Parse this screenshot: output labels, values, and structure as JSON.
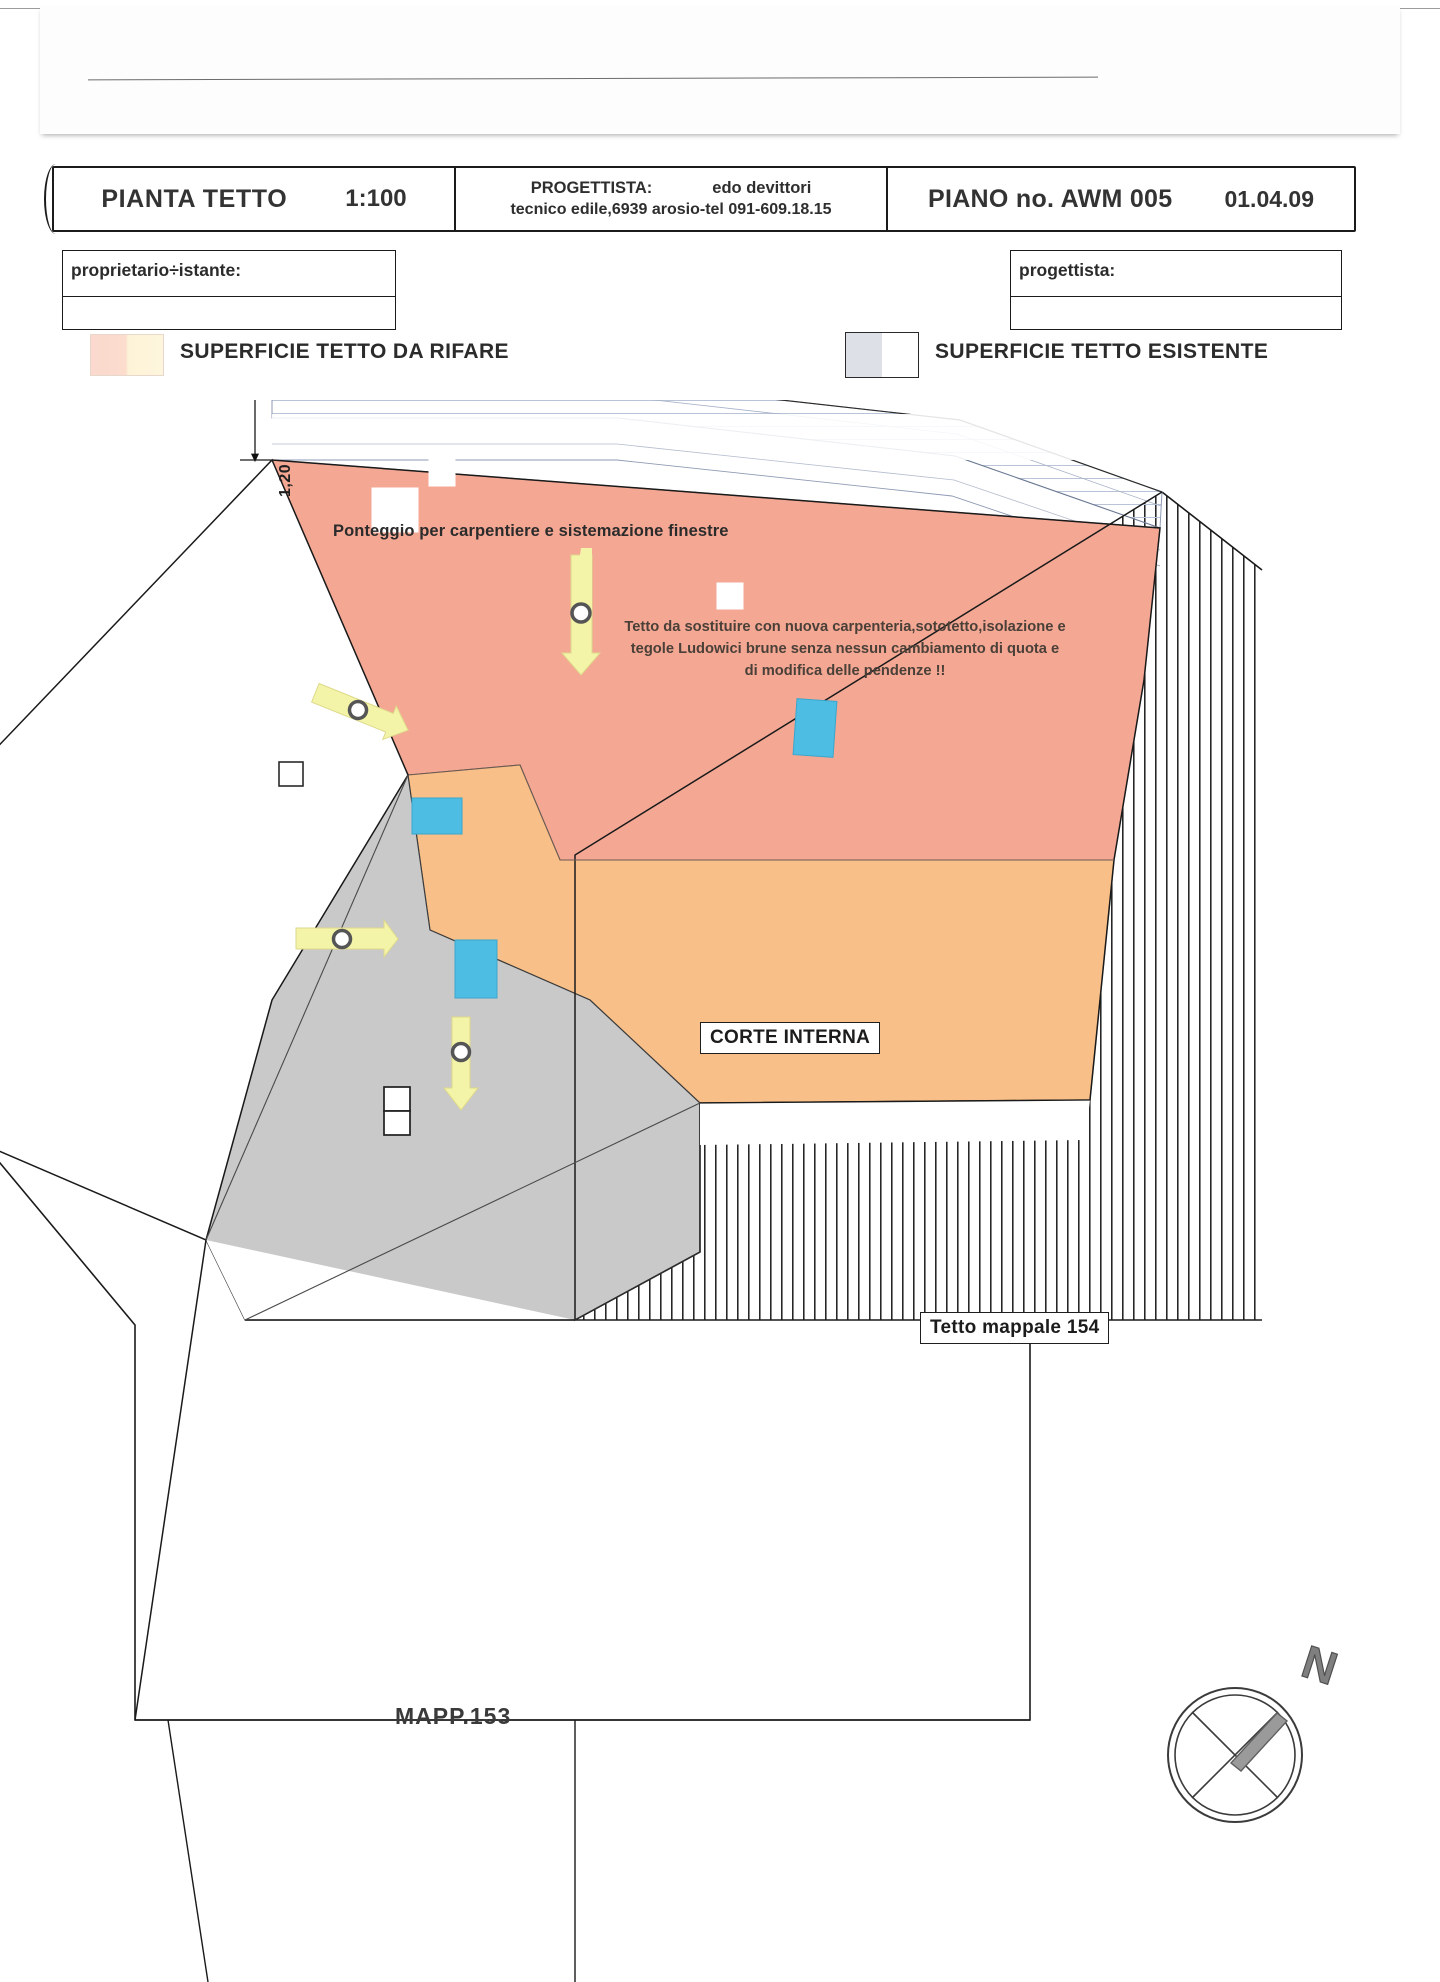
{
  "document": {
    "type": "architectural-roof-plan",
    "language": "it"
  },
  "title_block": {
    "drawing_title": "PIANTA TETTO",
    "scale": "1:100",
    "designer_label": "PROGETTISTA:",
    "designer_name": "edo devittori",
    "designer_details": "tecnico edile,6939 arosio-tel 091-609.18.15",
    "plan_number": "PIANO no. AWM 005",
    "date": "01.04.09"
  },
  "signature_boxes": {
    "owner_label": "proprietario÷istante:",
    "designer_label": "progettista:"
  },
  "legend": {
    "items": [
      {
        "label": "SUPERFICIE TETTO DA RIFARE",
        "swatch": "#fbd9cf",
        "swatch_alt": "#fdf3d8"
      },
      {
        "label": "SUPERFICIE TETTO ESISTENTE",
        "swatch": "#dde0e6",
        "swatch_alt": "#ffffff"
      }
    ]
  },
  "drawing": {
    "dimension_scaffold": "1,20",
    "scaffold_note": "Ponteggio per carpentiere e sistemazione finestre",
    "roof_note_lines": [
      "Tetto da sostituire con nuova carpenteria,sototetto,isolazione e",
      "tegole Ludowici brune senza nessun cambiamento di quota e",
      "di modifica delle pendenze !!"
    ],
    "labels": {
      "courtyard": "CORTE INTERNA",
      "neighbour_roof": "Tetto mappale 154",
      "parcel": "MAPP.153"
    },
    "compass": {
      "north_letter": "N"
    },
    "colors": {
      "roof_to_redo_red": "#f4a894",
      "roof_to_redo_orange": "#f8c088",
      "roof_existing_gray": "#c9c9c9",
      "roof_white": "#ffffff",
      "skylight_blue": "#4ebde4",
      "slope_arrow_yellow": "#f4f4a8",
      "line": "#1a1a1a"
    }
  }
}
